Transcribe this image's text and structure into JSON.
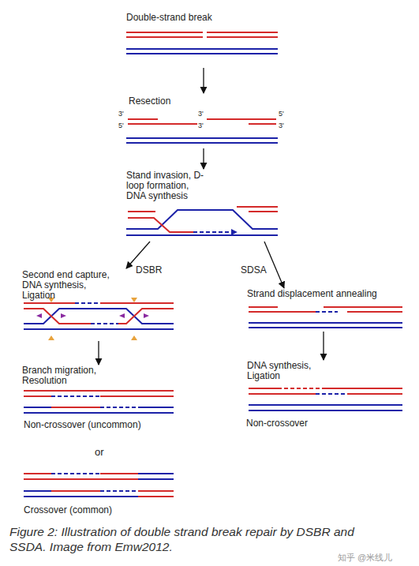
{
  "diagram": {
    "caption": "Figure 2: Illustration of double strand break repair by DSBR and SSDA. Image from Emw2012.",
    "nodes": [
      {
        "text": [
          "Double-strand break"
        ]
      },
      {
        "text": [
          "Resection"
        ]
      },
      {
        "text": [
          "Stand invasion, D-loop formation, DNA synthesis"
        ]
      },
      {
        "text": [
          "Second end capture, DNA synthesis, Ligation"
        ]
      },
      {
        "text": [
          "Strand displacement annealing"
        ]
      },
      {
        "text": [
          "Branch migration, Resolution"
        ]
      },
      {
        "text": [
          "DNA synthesis, Ligation"
        ]
      }
    ],
    "edges": [
      {
        "from": 0,
        "to": 1,
        "arrow": "to"
      },
      {
        "from": 1,
        "to": 2,
        "arrow": "to"
      },
      {
        "from": 2,
        "to": 3,
        "arrow": "to",
        "label": "DSBR"
      },
      {
        "from": 2,
        "to": 4,
        "arrow": "to",
        "label": "SDSA"
      },
      {
        "from": 3,
        "to": 5,
        "arrow": "to"
      },
      {
        "from": 4,
        "to": 6,
        "arrow": "to"
      }
    ],
    "labels": [
      "3'",
      "3'",
      "5'",
      "5'",
      "3'",
      "3'",
      "Non-crossover (uncommon)",
      "or",
      "Crossover (common)",
      "Non-crossover",
      "知乎 @米线儿"
    ]
  }
}
